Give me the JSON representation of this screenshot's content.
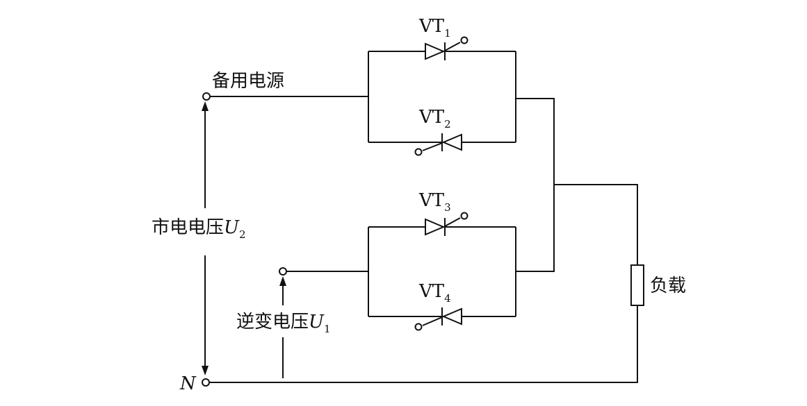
{
  "labels": {
    "backup_power": "备用电源",
    "mains_voltage": "市电电压",
    "mains_symbol": "U",
    "mains_sub": "2",
    "inverter_voltage": "逆变电压",
    "inverter_symbol": "U",
    "inverter_sub": "1",
    "neutral": "N",
    "load": "负载"
  },
  "thyristors": [
    {
      "name": "VT",
      "sub": "1"
    },
    {
      "name": "VT",
      "sub": "2"
    },
    {
      "name": "VT",
      "sub": "3"
    },
    {
      "name": "VT",
      "sub": "4"
    }
  ]
}
